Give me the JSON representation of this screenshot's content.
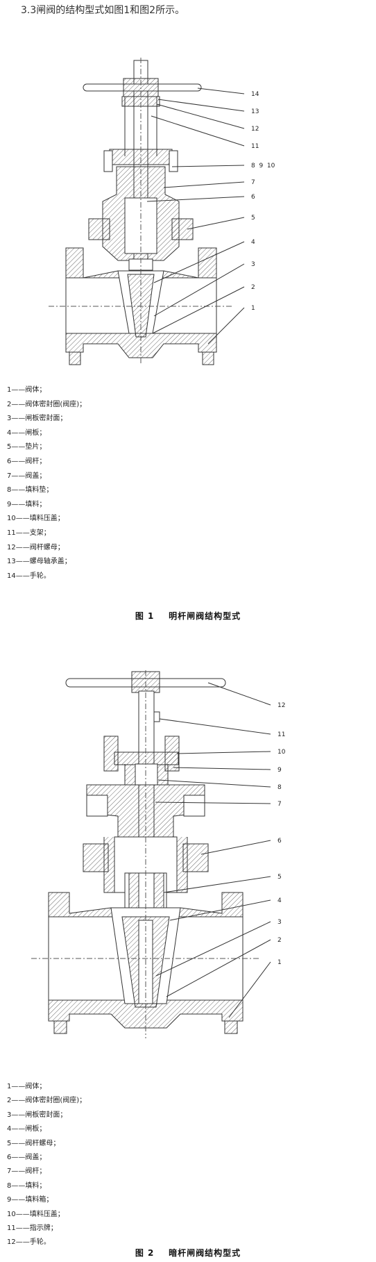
{
  "intro_text": "3.3闸阀的结构型式如图1和图2所示。",
  "figure1": {
    "caption": "图 1    明杆闸阀结构型式",
    "callouts": [
      "14",
      "13",
      "12",
      "11",
      "8  9  10",
      "7",
      "6",
      "5",
      "4",
      "3",
      "2",
      "1"
    ],
    "legend": [
      "1——阀体；",
      "2——阀体密封圈(阀座)；",
      "3——闸板密封面；",
      "4——闸板；",
      "5——垫片；",
      "6——阀杆；",
      "7——阀盖；",
      "8——填料垫；",
      "9——填料；",
      "10——填料压盖；",
      "11——支架；",
      "12——阀杆螺母；",
      "13——螺母轴承盖；",
      "14——手轮。"
    ]
  },
  "figure2": {
    "caption": "图 2    暗杆闸阀结构型式",
    "callouts": [
      "12",
      "11",
      "10",
      "9",
      "8",
      "7",
      "6",
      "5",
      "4",
      "3",
      "2",
      "1"
    ],
    "legend": [
      "1——阀体；",
      "2——阀体密封圈(阀座)；",
      "3——闸板密封面；",
      "4——闸板；",
      "5——阀杆螺母；",
      "6——阀盖；",
      "7——阀杆；",
      "8——填料；",
      "9——填料箱；",
      "10——填料压盖；",
      "11——指示牌；",
      "12——手轮。"
    ]
  }
}
